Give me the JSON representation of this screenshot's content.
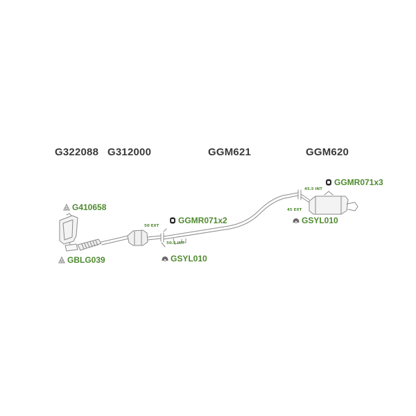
{
  "titles": {
    "t1": "G322088",
    "t2": "G312000",
    "t3": "GGM621",
    "t4": "GGM620"
  },
  "links": {
    "ggmr_right": "GGMR071x3",
    "g410658": "G410658",
    "ggmr_mid": "GGMR071x2",
    "gsyl_right": "GSYL010",
    "gblg039": "GBLG039",
    "gsyl_mid": "GSYL010"
  },
  "dims": {
    "d_455": "45.5 INT",
    "d_45ext": "45 EXT",
    "d_50ext": "50 EXT",
    "d_505": "50.5 INT"
  },
  "icons": {
    "clamp": "clamp-icon",
    "hanger": "rubber-hanger-icon",
    "gasket": "gasket-ring-icon"
  },
  "colors": {
    "link": "#4e8a2e",
    "title": "#3a3a3a",
    "line": "#8a8a8a"
  }
}
